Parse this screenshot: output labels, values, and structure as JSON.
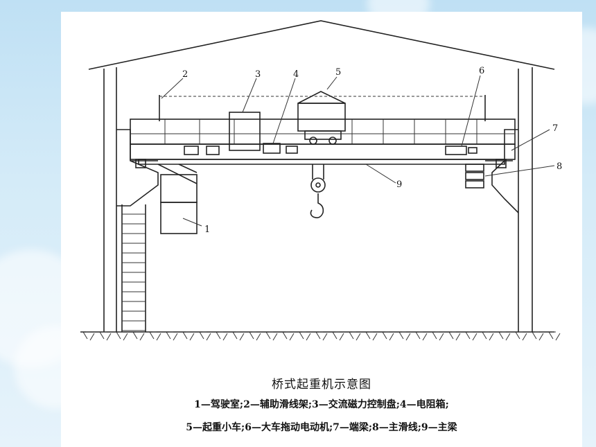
{
  "labels": [
    "1",
    "2",
    "3",
    "4",
    "5",
    "6",
    "7",
    "8",
    "9"
  ],
  "caption": {
    "title": "桥式起重机示意图",
    "legend_line_1": "1—驾驶室;2—辅助滑线架;3—交流磁力控制盘;4—电阻箱;",
    "legend_line_2": "5—起重小车;6—大车拖动电动机;7—端梁;8—主滑线;9—主梁"
  }
}
